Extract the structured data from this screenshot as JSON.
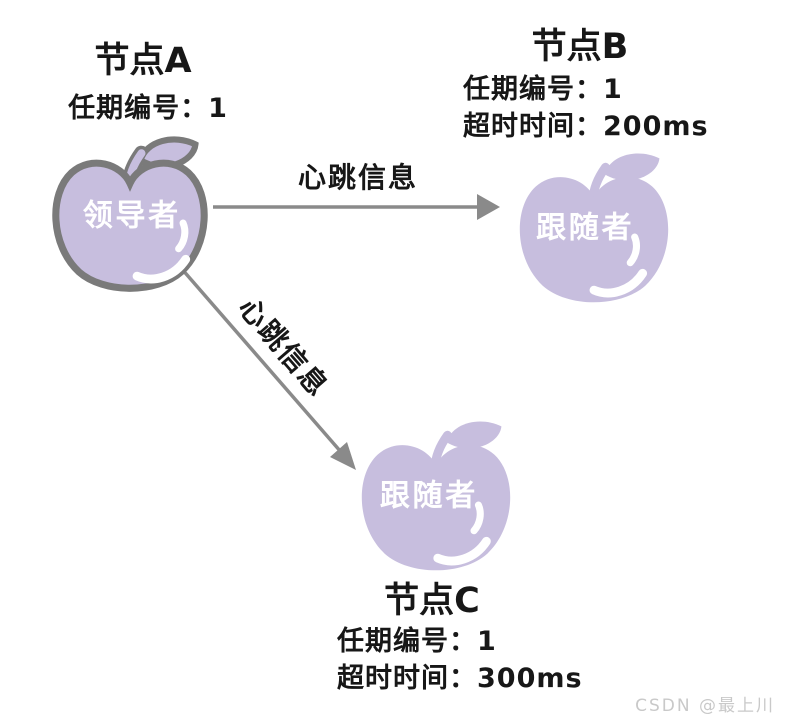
{
  "colors": {
    "apple-fill": "#c7bede",
    "apple-outline": "#7a7a7a",
    "arrow": "#8a8a8a",
    "label-text": "#171717",
    "watermark-text": "#c9c9c9"
  },
  "nodes": [
    {
      "id": "A",
      "title": "节点A",
      "role": "领导者",
      "term_label": "任期编号：1"
    },
    {
      "id": "B",
      "title": "节点B",
      "role": "跟随者",
      "term_label": "任期编号：1",
      "timeout_label": "超时时间：200ms"
    },
    {
      "id": "C",
      "title": "节点C",
      "role": "跟随者",
      "term_label": "任期编号：1",
      "timeout_label": "超时时间：300ms"
    }
  ],
  "edges": [
    {
      "from": "A",
      "to": "B",
      "label": "心跳信息"
    },
    {
      "from": "A",
      "to": "C",
      "label": "心跳信息"
    }
  ],
  "watermark": "CSDN @最上川"
}
